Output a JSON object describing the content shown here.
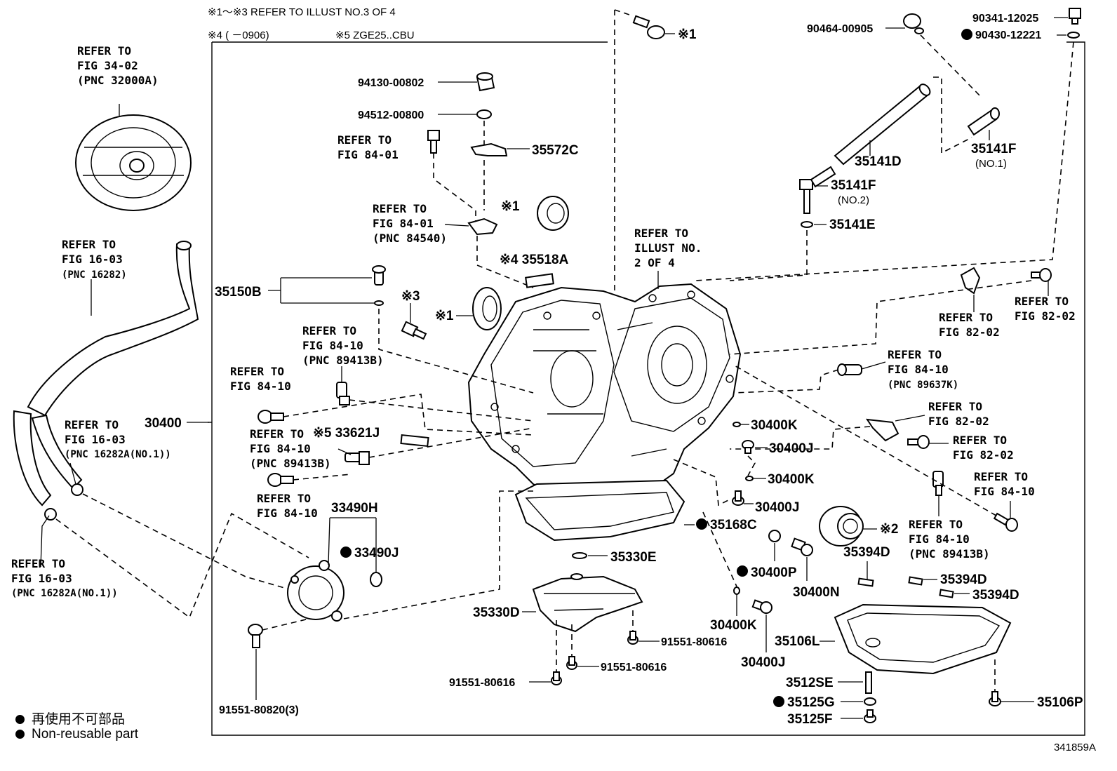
{
  "notes": {
    "n1": "※1～※3 REFER TO ILLUST NO.3 OF 4",
    "n2": "※4 (     －0906)",
    "n3": "※5 ZGE25..CBU"
  },
  "labels": {
    "refer_converter": [
      "REFER TO",
      "FIG 34-02",
      "(PNC 32000A)"
    ],
    "refer_hose_top": [
      "REFER TO",
      "FIG 16-03",
      "(PNC 16282)"
    ],
    "refer_hose_mid": [
      "REFER TO",
      "FIG 16-03",
      "(PNC 16282A(NO.1))"
    ],
    "refer_hose_bot": [
      "REFER TO",
      "FIG 16-03",
      "(PNC 16282A(NO.1))"
    ],
    "refer_84_01_a": [
      "REFER TO",
      "FIG 84-01"
    ],
    "refer_84_01_b": [
      "REFER TO",
      "FIG 84-01",
      "(PNC 84540)"
    ],
    "refer_illust2": [
      "REFER TO",
      "ILLUST NO.",
      "2 OF 4"
    ],
    "refer_84_10_a": [
      "REFER TO",
      "FIG 84-10",
      "(PNC 89413B)"
    ],
    "refer_84_10_b": [
      "REFER TO",
      "FIG 84-10"
    ],
    "refer_84_10_c": [
      "REFER TO",
      "FIG 84-10",
      "(PNC 89413B)"
    ],
    "refer_84_10_d": [
      "REFER TO",
      "FIG 84-10"
    ],
    "refer_82_02_a": [
      "REFER TO",
      "FIG 82-02"
    ],
    "refer_82_02_b": [
      "REFER TO",
      "FIG 82-02"
    ],
    "refer_84_10_e": [
      "REFER TO",
      "FIG 84-10",
      "(PNC 89637K)"
    ],
    "refer_82_02_c": [
      "REFER TO",
      "FIG 82-02"
    ],
    "refer_82_02_d": [
      "REFER TO",
      "FIG 82-02"
    ],
    "refer_84_10_f": [
      "REFER TO",
      "FIG 84-10"
    ],
    "refer_84_10_g": [
      "REFER TO",
      "FIG 84-10",
      "(PNC 89413B)"
    ]
  },
  "parts": {
    "p94130": "94130-00802",
    "p94512": "94512-00800",
    "p35572C": "35572C",
    "x1_a": "※1",
    "x1_b": "※1",
    "x1_c": "※1",
    "x3": "※3",
    "x4_35518A": "※4 35518A",
    "x5_33621J": "※5 33621J",
    "x2": "※2",
    "p35150B": "35150B",
    "p30400": "30400",
    "p90464": "90464-00905",
    "p90341": "90341-12025",
    "p90430": "90430-12221",
    "p35141D": "35141D",
    "p35141F_1": "35141F",
    "p35141F_1_sub": "(NO.1)",
    "p35141F_2": "35141F",
    "p35141F_2_sub": "(NO.2)",
    "p35141E": "35141E",
    "p30400K_a": "30400K",
    "p30400J_a": "30400J",
    "p30400K_b": "30400K",
    "p30400J_b": "30400J",
    "p35168C": "35168C",
    "p35330E": "35330E",
    "p30400P": "30400P",
    "p30400N": "30400N",
    "p35394D_a": "35394D",
    "p35394D_b": "35394D",
    "p35394D_c": "35394D",
    "p33490H": "33490H",
    "p33490J": "33490J",
    "p35330D": "35330D",
    "p91551_80616_a": "91551-80616",
    "p91551_80616_b": "91551-80616",
    "p91551_80616_c": "91551-80616",
    "p91551_80820": "91551-80820(3)",
    "p30400K_c": "30400K",
    "p30400J_c": "30400J",
    "p35106L": "35106L",
    "p3512SE": "3512SE",
    "p35125G": "35125G",
    "p35125F": "35125F",
    "p35106P": "35106P"
  },
  "legend": {
    "jp": "再使用不可部品",
    "en": "Non-reusable part"
  },
  "figure_number": "341859A"
}
